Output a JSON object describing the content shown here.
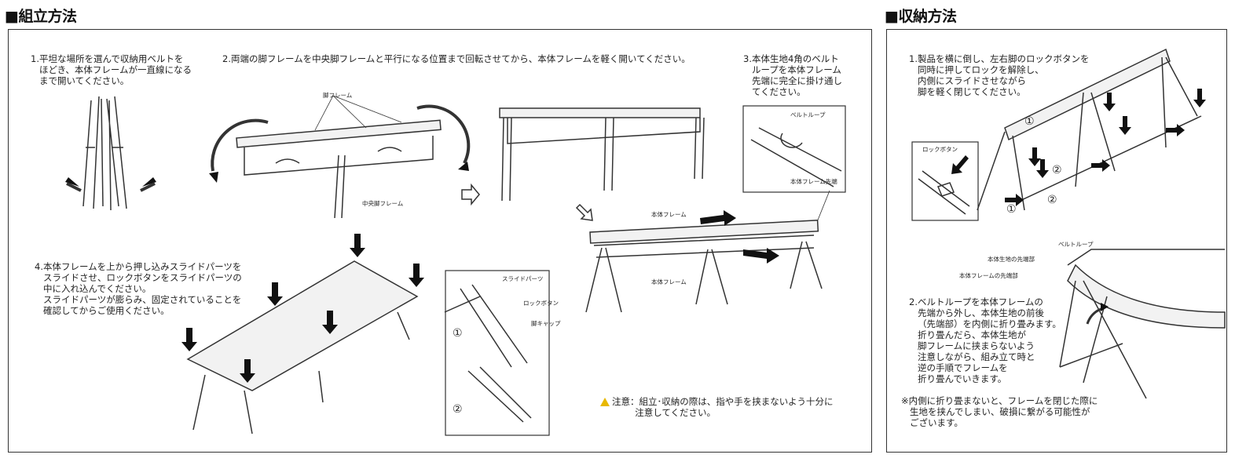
{
  "assembly": {
    "heading": "■組立方法",
    "step1": "1.平坦な場所を選んで収納用ベルトを\n   ほどき、本体フレームが一直線になる\n   まで開いてください。",
    "step2": "2.両端の脚フレームを中央脚フレームと平行になる位置まで回転させてから、本体フレームを軽く開いてください。",
    "step3": "3.本体生地4角のベルト\n   ループを本体フレーム\n   先端に完全に掛け通し\n   てください。",
    "step4": "4.本体フレームを上から押し込みスライドパーツを\n   スライドさせ、ロックボタンをスライドパーツの\n   中に入れ込んでください。\n   スライドパーツが膨らみ、固定されていることを\n   確認してからご使用ください。",
    "labels": {
      "leg_frame": "脚フレーム",
      "center_leg_frame": "中央脚フレーム",
      "belt_loop": "ベルトループ",
      "frame_tip": "本体フレーム先端",
      "main_frame_top": "本体フレーム",
      "main_frame_bottom": "本体フレーム",
      "slide_parts": "スライドパーツ",
      "lock_button": "ロックボタン",
      "leg_cap": "脚キャップ",
      "circle1": "①",
      "circle2": "②"
    },
    "caution": "注意：組立･収納の際は、指や手を挟まないよう十分に\n        注意してください。"
  },
  "storage": {
    "heading": "■収納方法",
    "step1": "1.製品を横に倒し、左右脚のロックボタンを\n   同時に押してロックを解除し、\n   内側にスライドさせながら\n   脚を軽く閉じてください。",
    "step2": "2.ベルトループを本体フレームの\n   先端から外し、本体生地の前後\n   （先端部）を内側に折り畳みます。\n   折り畳んだら、本体生地が\n   脚フレームに挟まらないよう\n   注意しながら、組み立て時と\n   逆の手順でフレームを\n   折り畳んでいきます。",
    "note": "※内側に折り畳まないと、フレームを閉じた際に\n   生地を挟んでしまい、破損に繋がる可能性が\n   ございます。",
    "labels": {
      "lock_button": "ロックボタン",
      "belt_loop": "ベルトループ",
      "fabric_tip": "本体生地の先端部",
      "frame_tip": "本体フレームの先端部",
      "c1a": "①",
      "c2a": "②",
      "c1b": "①",
      "c2b": "②"
    }
  }
}
